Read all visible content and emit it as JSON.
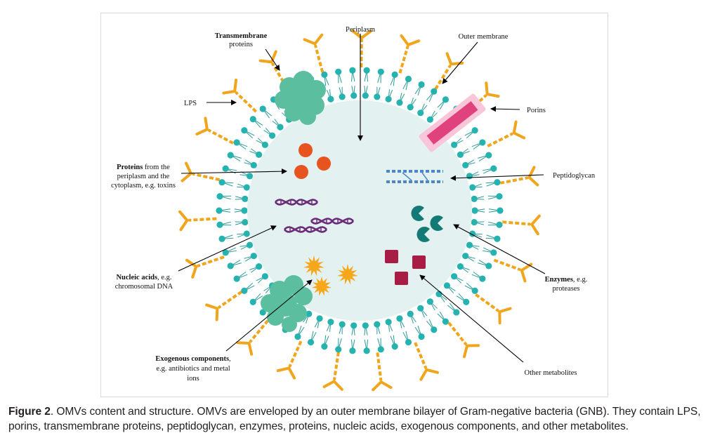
{
  "figure": {
    "labels": {
      "periplasm": "Periplasm",
      "outer_membrane": "Outer membrane",
      "transmembrane_1": "Transmembrane",
      "transmembrane_2": "proteins",
      "lps": "LPS",
      "porins": "Porins",
      "proteins_bold": "Proteins",
      "proteins_1_rest": " from the",
      "proteins_2": "periplasm and the",
      "proteins_3": "cytoplasm, e.g. toxins",
      "peptidoglycan": "Peptidoglycan",
      "nucleic_bold": "Nucleic acids",
      "nucleic_1_rest": ", e.g.",
      "nucleic_2": "chromosomal DNA",
      "enzymes_bold": "Enzymes",
      "enzymes_1_rest": ", e.g.",
      "enzymes_2": "proteases",
      "exogenous_bold": "Exogenous components",
      "exogenous_1_rest": ",",
      "exogenous_2": "e.g. antibiotics and metal",
      "exogenous_3": "ions",
      "other_metabolites": "Other metabolites"
    },
    "colors": {
      "vesicle_fill": "#e3f1f0",
      "lipid_head": "#26b3b0",
      "lps": "#f0a51c",
      "transmembrane_protein": "#5bbf9f",
      "porin_outer": "#f8c6d8",
      "porin_inner": "#e0427e",
      "protein": "#e8541e",
      "peptidoglycan": "#4b86c6",
      "dna": "#6b2d7b",
      "enzyme": "#147a76",
      "exogenous": "#f7a71c",
      "metabolite": "#a81c46"
    }
  },
  "caption": {
    "label": "Figure 2",
    "text": ". OMVs content and structure. OMVs are enveloped by an outer membrane bilayer of Gram-negative bacteria (GNB). They contain LPS, porins, transmembrane proteins, peptidoglycan, enzymes, proteins, nucleic acids, exogenous components, and other metabolites."
  }
}
